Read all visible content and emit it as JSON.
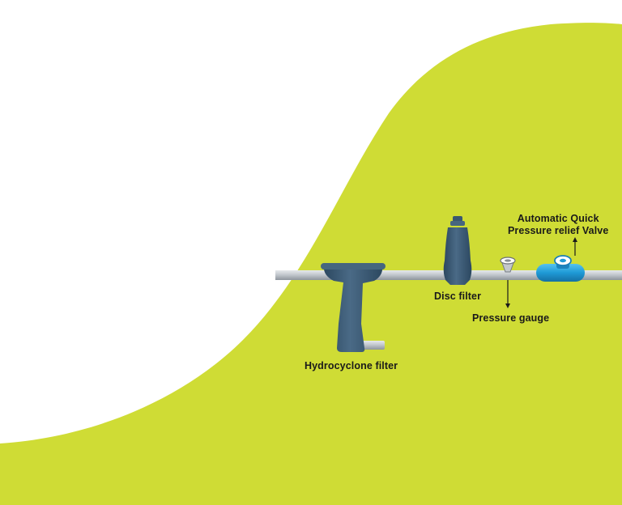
{
  "diagram": {
    "colors": {
      "background": "#ffffff",
      "accent_green": "#cfdc35",
      "pipe": "#b9bfc6",
      "equipment": "#3c5a74",
      "valve_blue": "#1f9ad6"
    },
    "components": [
      {
        "id": "hydrocyclone",
        "label": "Hydrocyclone filter"
      },
      {
        "id": "disc",
        "label": "Disc filter"
      },
      {
        "id": "gauge",
        "label": "Pressure gauge"
      },
      {
        "id": "valve",
        "label_line1": "Automatic Quick",
        "label_line2": "Pressure relief Valve"
      }
    ]
  }
}
